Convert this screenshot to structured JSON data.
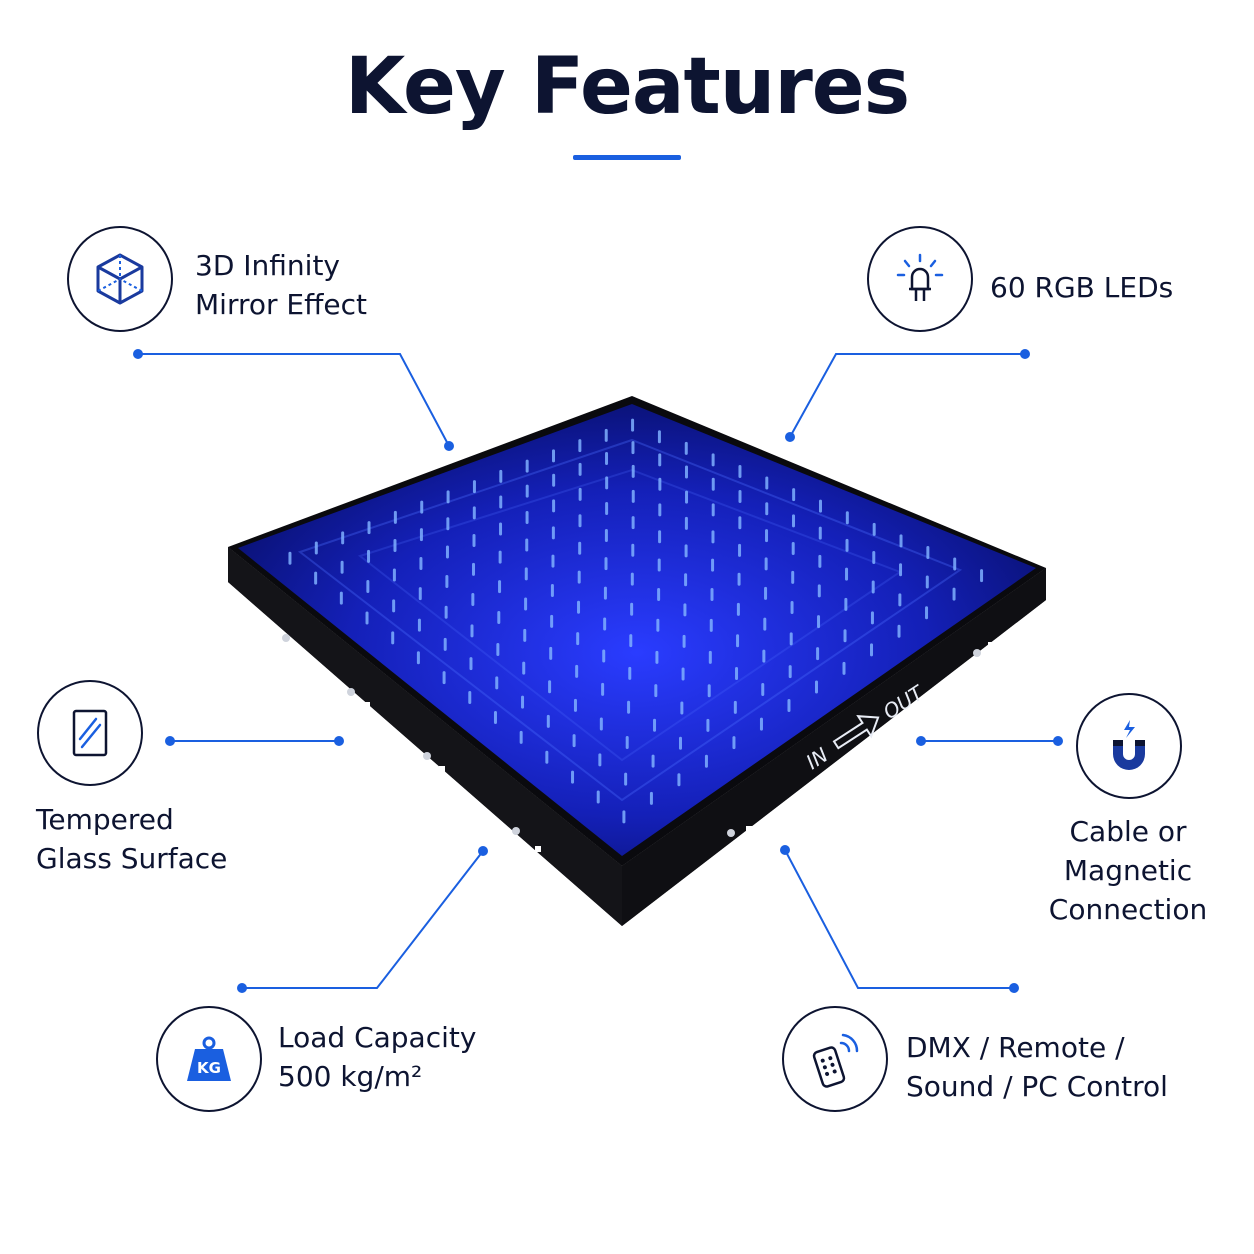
{
  "title": "Key Features",
  "colors": {
    "accent": "#1a5fe0",
    "text": "#0d1431",
    "led": "#2b3cff"
  },
  "features": [
    {
      "id": "mirror",
      "line1": "3D Infinity",
      "line2": "Mirror Effect",
      "icon": "cube-icon"
    },
    {
      "id": "leds",
      "line1": "60 RGB LEDs",
      "icon": "led-bulb-icon"
    },
    {
      "id": "glass",
      "line1": "Tempered",
      "line2": "Glass Surface",
      "icon": "glass-panel-icon"
    },
    {
      "id": "connection",
      "line1": "Cable or",
      "line2": "Magnetic",
      "line3": "Connection",
      "icon": "magnet-icon"
    },
    {
      "id": "load",
      "line1": "Load Capacity",
      "line2": "500 kg/m²",
      "icon": "kg-weight-icon",
      "badge": "KG"
    },
    {
      "id": "control",
      "line1": "DMX / Remote /",
      "line2": "Sound / PC Control",
      "icon": "remote-control-icon"
    }
  ],
  "product": {
    "in_label": "IN",
    "out_label": "OUT"
  }
}
